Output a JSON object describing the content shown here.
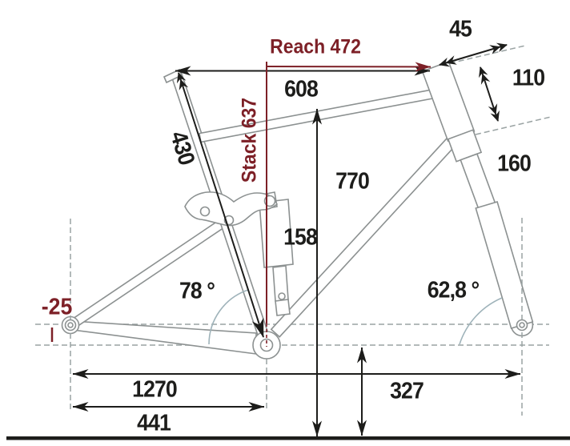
{
  "diagram": {
    "kind": "bicycle-frame-geometry",
    "colors": {
      "accent_red": "#7d2027",
      "measure_black": "#1d1d1b",
      "frame_gray": "#8c9191",
      "arc_gray_blue": "#9fb3ba",
      "dash_gray": "#9aa3a3"
    }
  },
  "measurements": {
    "reach_label": "Reach 472",
    "stack_label": "Stack 637",
    "effective_top_tube": "608",
    "standover_height": "770",
    "seat_tube_length": "430",
    "shock_length": "158",
    "seat_tube_angle": "78 °",
    "head_tube_angle": "62,8 °",
    "bb_drop": "-25",
    "wheelbase": "1270",
    "chainstay_length": "441",
    "bb_height": "327",
    "stem_length": "45",
    "head_tube_length": "110",
    "fork_travel": "160"
  }
}
